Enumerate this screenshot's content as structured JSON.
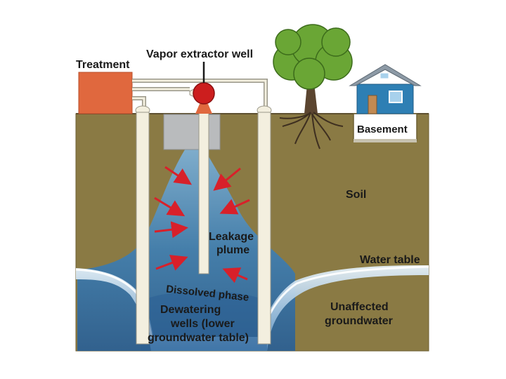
{
  "labels": {
    "treatment": "Treatment",
    "vapor_extractor_well": "Vapor extractor well",
    "basement": "Basement",
    "soil": "Soil",
    "leakage_plume_line1": "Leakage",
    "leakage_plume_line2": "plume",
    "water_table": "Water table",
    "dissolved_phase": "Dissolved phase",
    "dewatering_line1": "Dewatering",
    "dewatering_line2": "wells (lower",
    "dewatering_line3": "groundwater table)",
    "unaffected_line1": "Unaffected",
    "unaffected_line2": "groundwater"
  },
  "colors": {
    "soil": "#8a7a44",
    "soil_edge": "#6d5f33",
    "treatment": "#e0683e",
    "plume": "#3f7fb3",
    "plume_light": "#9ec6e0",
    "water": "#cfe3ef",
    "arrow": "#d8202a",
    "pipe": "#f3efdf",
    "pump": "#cc1e1e",
    "house_wall": "#2e7fb4",
    "house_roof": "#8d9aa6",
    "tree_leaves": "#6aa635",
    "trunk": "#5b4530"
  }
}
